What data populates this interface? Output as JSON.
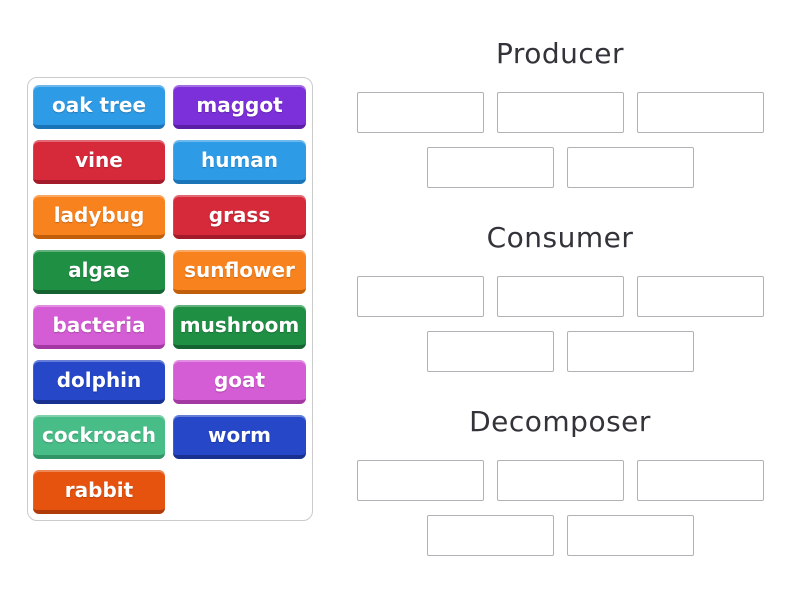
{
  "tiles": [
    {
      "label": "oak tree",
      "color": "blue"
    },
    {
      "label": "maggot",
      "color": "purple"
    },
    {
      "label": "vine",
      "color": "red"
    },
    {
      "label": "human",
      "color": "blue"
    },
    {
      "label": "ladybug",
      "color": "orange"
    },
    {
      "label": "grass",
      "color": "red"
    },
    {
      "label": "algae",
      "color": "green"
    },
    {
      "label": "sunflower",
      "color": "orange"
    },
    {
      "label": "bacteria",
      "color": "orchid"
    },
    {
      "label": "mushroom",
      "color": "green"
    },
    {
      "label": "dolphin",
      "color": "darkblue"
    },
    {
      "label": "goat",
      "color": "orchid"
    },
    {
      "label": "cockroach",
      "color": "seagreen"
    },
    {
      "label": "worm",
      "color": "darkblue"
    },
    {
      "label": "rabbit",
      "color": "orangered"
    }
  ],
  "groups": [
    {
      "label": "Producer",
      "empty_slots": 5
    },
    {
      "label": "Consumer",
      "empty_slots": 5
    },
    {
      "label": "Decomposer",
      "empty_slots": 5
    }
  ],
  "palette": {
    "blue": {
      "bg": "#2e9be6",
      "edge": "#1a74b8"
    },
    "purple": {
      "bg": "#7c30d9",
      "edge": "#5a1fa6"
    },
    "red": {
      "bg": "#d62939",
      "edge": "#a31b2a"
    },
    "orange": {
      "bg": "#f8821d",
      "edge": "#c05e0a"
    },
    "green": {
      "bg": "#1f8f44",
      "edge": "#146330"
    },
    "orchid": {
      "bg": "#d45cd4",
      "edge": "#a338a3"
    },
    "darkblue": {
      "bg": "#2547c8",
      "edge": "#18308f"
    },
    "seagreen": {
      "bg": "#49bd88",
      "edge": "#2f9466"
    },
    "orangered": {
      "bg": "#e5530f",
      "edge": "#b03a08"
    },
    "header_text": "#323439",
    "slot_border": "#b0b3b5",
    "tile_text": "#ffffff"
  }
}
